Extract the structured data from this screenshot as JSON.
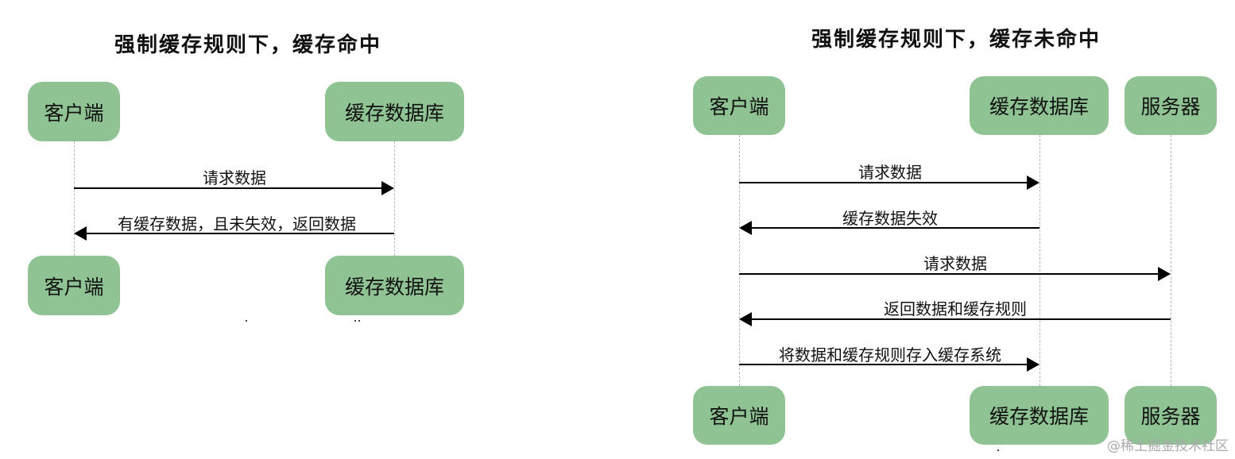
{
  "colors": {
    "actor_fill": "#8fc393",
    "line": "#000000",
    "lifeline": "#b5b5b5"
  },
  "left": {
    "title": "强制缓存规则下，缓存命中",
    "actors": {
      "client": "客户端",
      "cache_db": "缓存数据库"
    },
    "messages": [
      "请求数据",
      "有缓存数据，且未失效，返回数据"
    ]
  },
  "right": {
    "title": "强制缓存规则下，缓存未命中",
    "actors": {
      "client": "客户端",
      "cache_db": "缓存数据库",
      "server": "服务器"
    },
    "messages": [
      "请求数据",
      "缓存数据失效",
      "请求数据",
      "返回数据和缓存规则",
      "将数据和缓存规则存入缓存系统"
    ]
  },
  "watermark": "@稀土掘金技术社区"
}
